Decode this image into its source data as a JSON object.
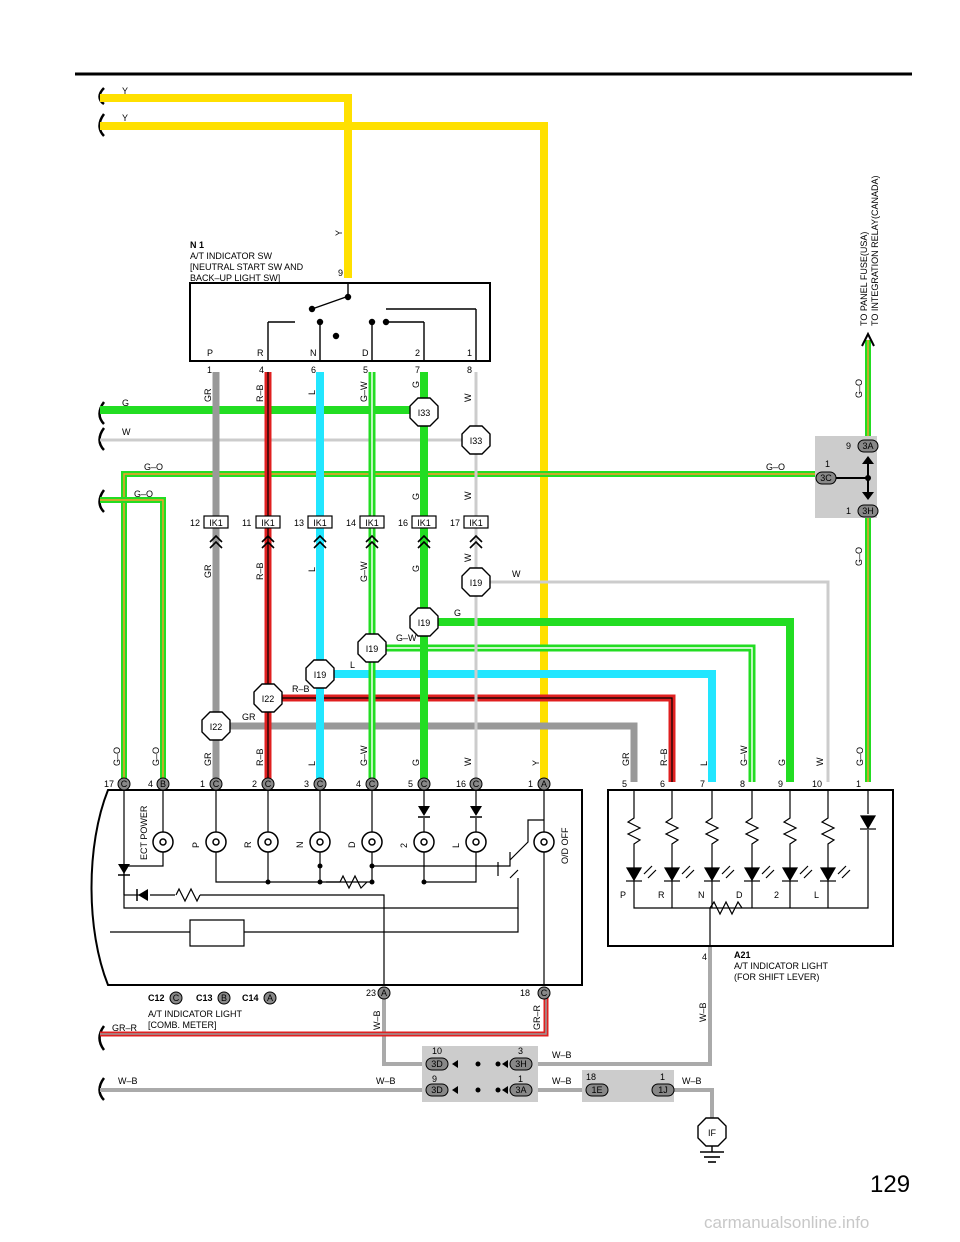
{
  "page_number": "129",
  "watermark": "carmanualsonline.info",
  "colors": {
    "yellow": "#ffe000",
    "green": "#22dd22",
    "cyan": "#22e6ff",
    "red": "#e02020",
    "gray": "#999999",
    "white_wire": "#cccccc",
    "connector_gray": "#cccccc"
  },
  "left_labels": {
    "y1": "Y",
    "y2": "Y",
    "g": "G",
    "w": "W",
    "go1": "G–O",
    "go2": "G–O",
    "grr": "GR–R",
    "wb": "W–B"
  },
  "y_vertical": "Y",
  "n1": {
    "code": "N 1",
    "line1": "A/T INDICATOR SW",
    "line2": "[NEUTRAL START SW AND",
    "line3": " BACK–UP LIGHT SW]",
    "pin_top": "9",
    "positions": [
      "P",
      "R",
      "N",
      "D",
      "2",
      "1"
    ],
    "pins": [
      "1",
      "4",
      "6",
      "5",
      "7",
      "8"
    ]
  },
  "wire_codes": [
    "GR",
    "R–B",
    "L",
    "G–W",
    "G",
    "W"
  ],
  "junctions": {
    "i33a": "I33",
    "i33b": "I33",
    "i19": "I19",
    "i22": "I22"
  },
  "ik1": {
    "label": "IK1",
    "pins": [
      "12",
      "11",
      "13",
      "14",
      "16",
      "17"
    ]
  },
  "wire_mid": {
    "w_right": "W",
    "g_right": "G",
    "gw_right": "G–W",
    "l_right": "L",
    "rb_right": "R–B",
    "gr_right": "GR",
    "go_mid_left": "G–O",
    "go_mid_right": "G–O"
  },
  "relay_conn": {
    "pin9": "9",
    "c3a": "3A",
    "pin1a": "1",
    "c3c": "3C",
    "pin1b": "1",
    "c3h": "3H"
  },
  "right_feed": {
    "line1": "TO PANEL FUSE(USA)",
    "line2": "TO INTEGRATION RELAY(CANADA)",
    "go_upper": "G–O",
    "go_lower": "G–O"
  },
  "meter_connectors": [
    {
      "pin": "17",
      "letter": "C"
    },
    {
      "pin": "4",
      "letter": "B"
    },
    {
      "pin": "1",
      "letter": "C"
    },
    {
      "pin": "2",
      "letter": "C"
    },
    {
      "pin": "3",
      "letter": "C"
    },
    {
      "pin": "4",
      "letter": "C"
    },
    {
      "pin": "5",
      "letter": "C"
    },
    {
      "pin": "16",
      "letter": "C"
    },
    {
      "pin": "1",
      "letter": "A"
    }
  ],
  "meter_wire_codes": [
    "G–O",
    "G–O",
    "GR",
    "R–B",
    "L",
    "G–W",
    "G",
    "W",
    "Y"
  ],
  "meter_lamps": [
    "ECT POWER",
    "P",
    "R",
    "N",
    "D",
    "2",
    "L",
    "O/D OFF"
  ],
  "meter_bottom": {
    "pin23": "23",
    "a": "A",
    "pin18": "18",
    "c": "C",
    "wb": "W–B",
    "grr": "GR–R"
  },
  "meter_title": {
    "c12": "C12",
    "c12l": "C",
    "c13": "C13",
    "c13l": "B",
    "c14": "C14",
    "c14l": "A",
    "line1": "A/T INDICATOR LIGHT",
    "line2": "[COMB.  METER]"
  },
  "shift_pins": [
    "5",
    "6",
    "7",
    "8",
    "9",
    "10",
    "1"
  ],
  "shift_wire_codes": [
    "GR",
    "R–B",
    "L",
    "G–W",
    "G",
    "W",
    "G–O"
  ],
  "shift_leds": [
    "P",
    "R",
    "N",
    "D",
    "2",
    "L"
  ],
  "a21": {
    "code": "A21",
    "line1": "A/T INDICATOR LIGHT",
    "line2": "(FOR SHIFT LEVER)",
    "pin4": "4",
    "wb": "W–B"
  },
  "ground": {
    "p10": "10",
    "c3d_top": "3D",
    "p3": "3",
    "c3h": "3H",
    "wb1": "W–B",
    "p9": "9",
    "c3d_bot": "3D",
    "p1a": "1",
    "c3a": "3A",
    "wb2": "W–B",
    "p18": "18",
    "c1e": "1E",
    "p1b": "1",
    "c1j": "1J",
    "wb3": "W–B",
    "wb_left": "W–B",
    "wb_mid": "W–B",
    "ground_code": "IF"
  }
}
